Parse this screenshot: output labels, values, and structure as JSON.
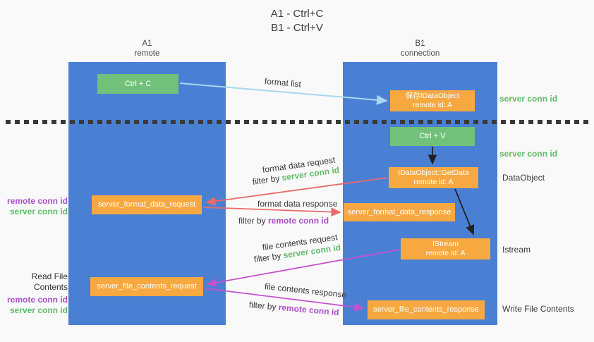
{
  "title": {
    "line1": "A1 - Ctrl+C",
    "line2": "B1 - Ctrl+V"
  },
  "columns": {
    "left": {
      "header_line1": "A1",
      "header_line2": "remote"
    },
    "right": {
      "header_line1": "B1",
      "header_line2": "connection"
    }
  },
  "boxes": {
    "ctrl_c": {
      "label": "Ctrl + C"
    },
    "save_dataobject": {
      "line1": "保存IDataObject",
      "line2": "remote id: A"
    },
    "ctrl_v": {
      "label": "Ctrl + V"
    },
    "getdata": {
      "line1": "IDataObject::GetData",
      "line2": "remote id: A"
    },
    "format_request": {
      "label": "server_format_data_request"
    },
    "format_response": {
      "label": "server_format_data_response"
    },
    "istream": {
      "line1": "IStream",
      "line2": "remote id: A"
    },
    "file_request": {
      "label": "server_file_contents_request"
    },
    "file_response": {
      "label": "server_file_contents_response"
    }
  },
  "arrow_labels": {
    "format_list": "format list",
    "format_data_request": "format data request",
    "format_data_response": "format data response",
    "file_contents_request": "file contents request",
    "file_contents_response": "file contents response",
    "filter_by": "filter by ",
    "server_conn_id": "server conn id",
    "remote_conn_id": "remote conn id"
  },
  "side_labels": {
    "server_conn_id_top": "server conn id",
    "server_conn_id_mid": "server conn id",
    "dataobject": "DataObject",
    "istream": "Istream",
    "write_file_contents": "Write File Contents",
    "read_file_contents": "Read File Contents",
    "remote_conn_id_1": "remote conn id",
    "server_conn_id_1": "server conn id",
    "remote_conn_id_2": "remote conn id",
    "server_conn_id_2": "server conn id"
  },
  "colors": {
    "column_blue": "#4a80d4",
    "box_green": "#72c17a",
    "box_orange": "#f7a841",
    "arrow_light_blue": "#a7d7f0",
    "arrow_red": "#ea6a6c",
    "arrow_magenta": "#c451ce",
    "arrow_black": "#222222",
    "text_green": "#5fbb66",
    "text_purple": "#aa50c8",
    "background": "#f9f9f9"
  }
}
